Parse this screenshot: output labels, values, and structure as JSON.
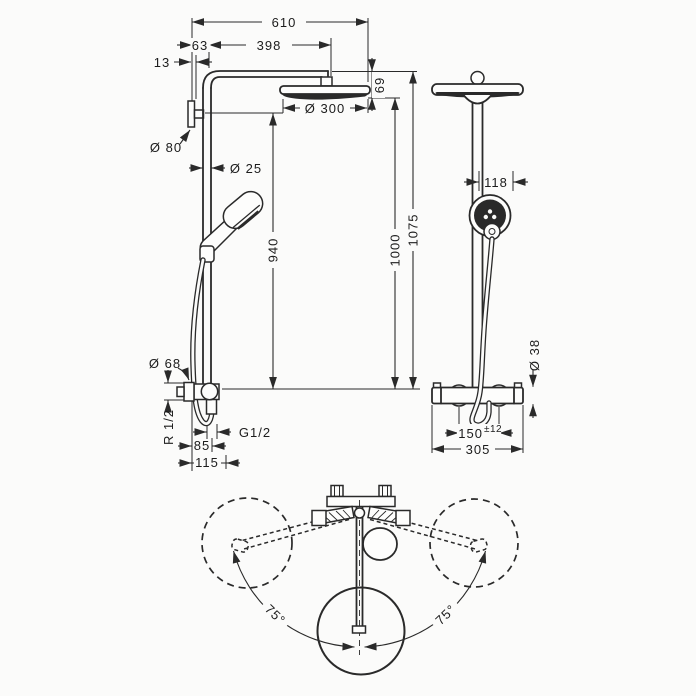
{
  "drawing": {
    "background": "#fbfbfa",
    "ink": "#2a2a2a",
    "description": "Shower pipe technical dimension drawing, side view, front view and swivel top view"
  },
  "side_view": {
    "labels": {
      "total_projection": "610",
      "wall_to_pipe": "63",
      "arm_length": "398",
      "wall_offset": "13",
      "upper_flange_diameter": "Ø 80",
      "pipe_diameter": "Ø 25",
      "head_diameter": "Ø 300",
      "head_drop": "69",
      "riser_height": "940",
      "head_height": "1000",
      "total_height": "1075",
      "lower_flange_diameter": "Ø 68",
      "wall_thread": "R 1/2",
      "hose_thread": "G1/2",
      "outlet_offset": "85",
      "hose_offset": "115"
    }
  },
  "front_view": {
    "labels": {
      "handshower_offset": "118",
      "valve_diameter": "Ø 38",
      "connection_distance": "150",
      "connection_tolerance": "±12",
      "valve_width": "305"
    }
  },
  "swivel_view": {
    "labels": {
      "left_angle": "75°",
      "right_angle": "75°"
    }
  }
}
